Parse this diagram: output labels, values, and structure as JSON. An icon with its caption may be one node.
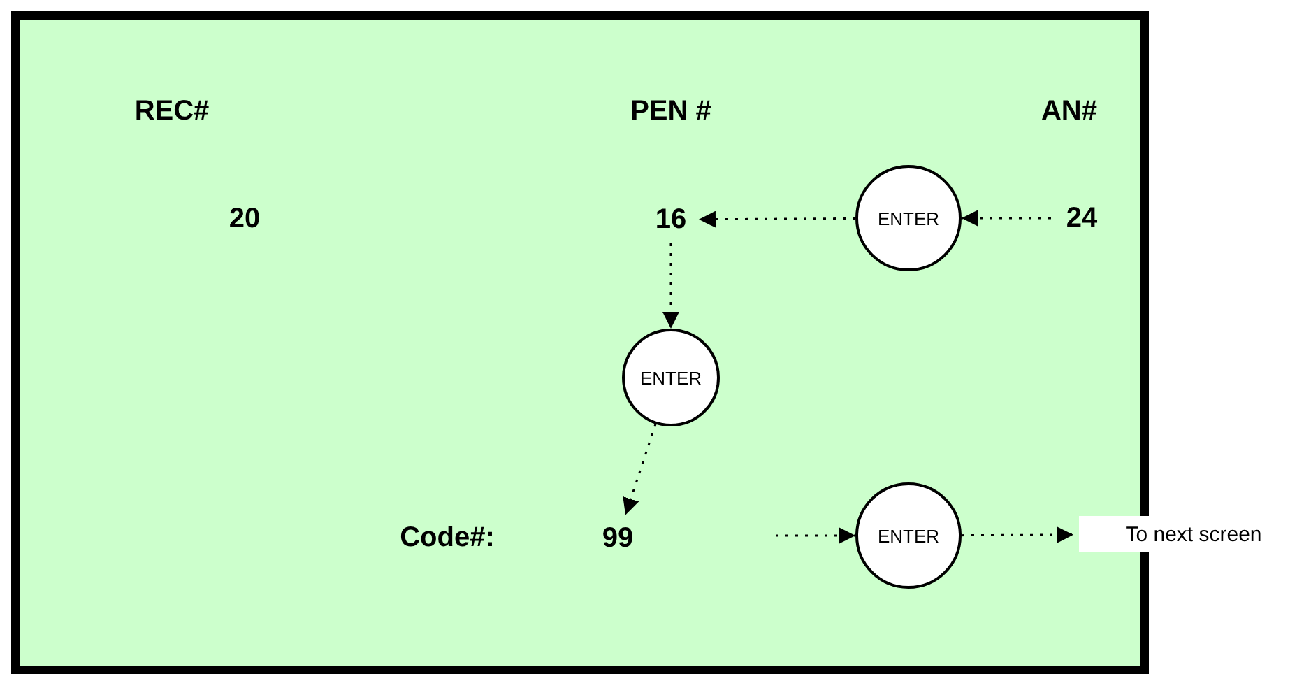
{
  "diagram": {
    "nodes": [
      {
        "text": [],
        "shape": "box"
      },
      {
        "text": [
          "16"
        ],
        "in": 0
      },
      {
        "text": [
          "ENTER"
        ],
        "in": 0
      },
      {
        "text": [
          "24"
        ],
        "in": 0
      },
      {
        "text": [
          "ENTER"
        ],
        "in": 0
      },
      {
        "text": [
          "99"
        ],
        "in": 0
      },
      {
        "text": [
          "ENTER"
        ],
        "in": 0
      },
      {
        "text": [
          "To next screen"
        ]
      }
    ],
    "edges": [
      {
        "from": 3,
        "to": 2,
        "arrow": "to",
        "style": "dashed"
      },
      {
        "from": 2,
        "to": 1,
        "arrow": "to",
        "style": "dashed"
      },
      {
        "from": 1,
        "to": 4,
        "arrow": "to",
        "style": "dashed"
      },
      {
        "from": 4,
        "to": 5,
        "arrow": "to",
        "style": "dashed"
      },
      {
        "from": null,
        "to": 6,
        "arrow": "to",
        "style": "dashed"
      },
      {
        "from": 6,
        "to": 7,
        "arrow": "to",
        "style": "dashed"
      }
    ],
    "labels": [
      "REC#",
      "PEN #",
      "AN#",
      "20",
      "Code#:"
    ]
  }
}
